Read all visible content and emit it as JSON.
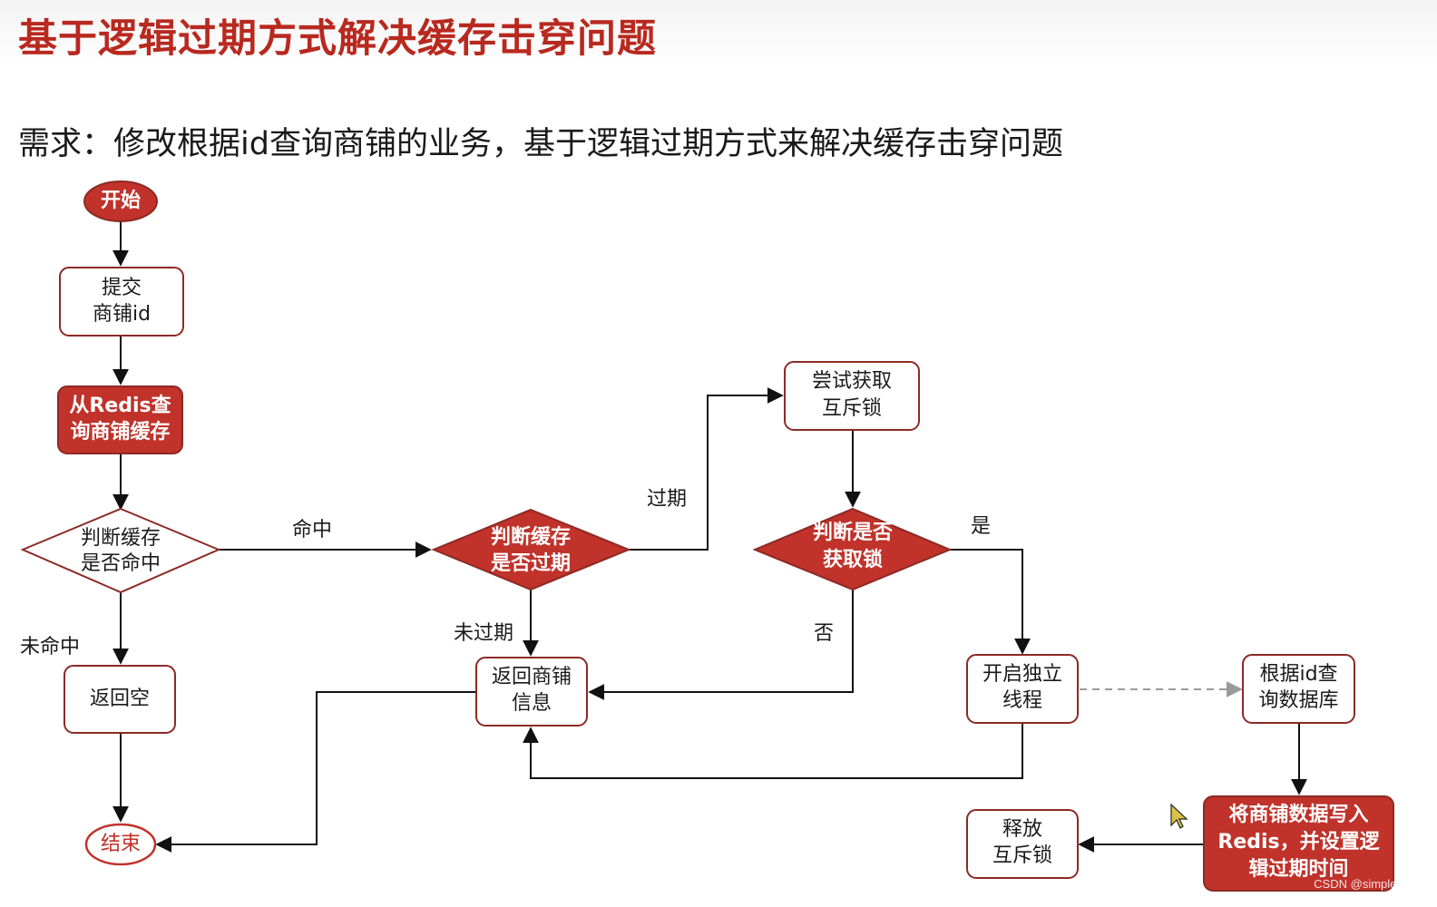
{
  "title": "基于逻辑过期方式解决缓存击穿问题",
  "requirement": "需求：修改根据id查询商铺的业务，基于逻辑过期方式来解决缓存击穿问题",
  "nodes": {
    "start": "开始",
    "submit_l1": "提交",
    "submit_l2": "商铺id",
    "query_redis_l1": "从Redis查",
    "query_redis_l2": "询商铺缓存",
    "check_hit_l1": "判断缓存",
    "check_hit_l2": "是否命中",
    "return_null": "返回空",
    "end": "结束",
    "check_expired_l1": "判断缓存",
    "check_expired_l2": "是否过期",
    "return_shop_l1": "返回商铺",
    "return_shop_l2": "信息",
    "try_lock_l1": "尝试获取",
    "try_lock_l2": "互斥锁",
    "check_lock_l1": "判断是否",
    "check_lock_l2": "获取锁",
    "new_thread_l1": "开启独立",
    "new_thread_l2": "线程",
    "query_db_l1": "根据id查",
    "query_db_l2": "询数据库",
    "write_redis_l1": "将商铺数据写入",
    "write_redis_l2": "Redis，并设置逻",
    "write_redis_l3": "辑过期时间",
    "release_lock_l1": "释放",
    "release_lock_l2": "互斥锁"
  },
  "edge_labels": {
    "hit": "命中",
    "miss": "未命中",
    "expired": "过期",
    "not_expired": "未过期",
    "yes": "是",
    "no": "否"
  },
  "watermark": "CSDN @simplesin",
  "colors": {
    "accent": "#b8291f",
    "node_red": "#c0322a",
    "node_border": "#8c2a24",
    "line": "#111111",
    "dashed": "#9a9a9a"
  },
  "icons": [
    "cursor-arrow-icon"
  ]
}
